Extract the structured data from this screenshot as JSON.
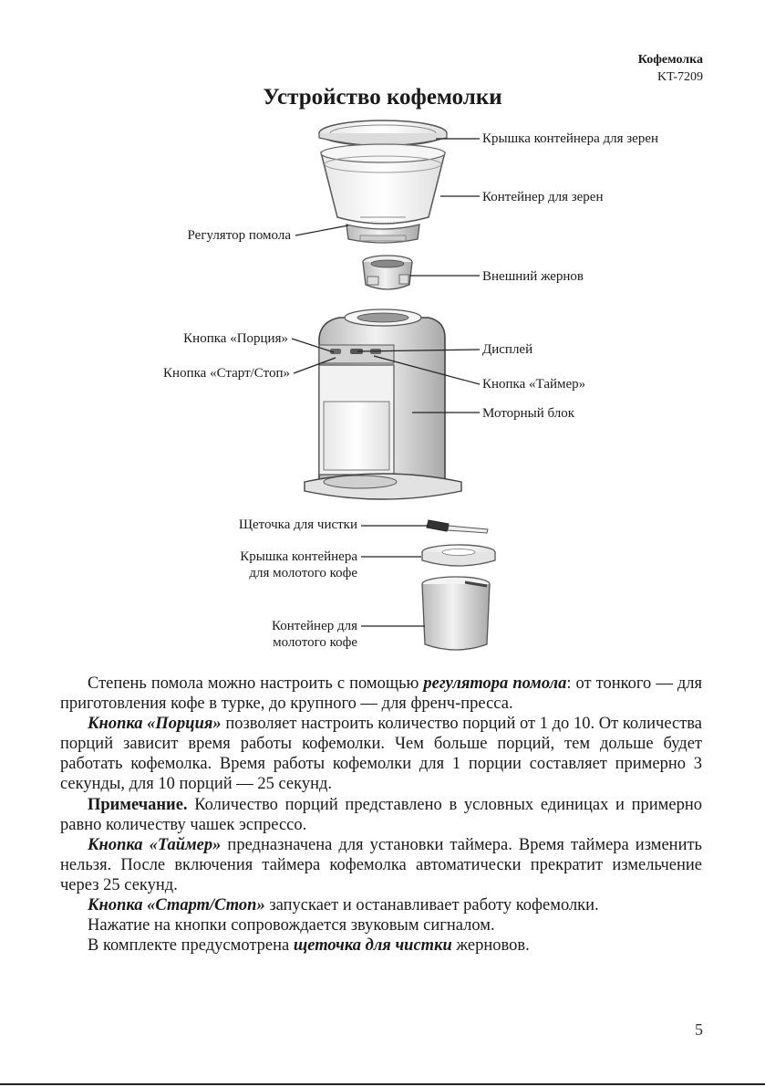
{
  "header": {
    "title": "Кофемолка",
    "model": "KT-7209"
  },
  "page_title": "Устройство кофемолки",
  "callouts": {
    "bean_lid": "Крышка контейнера для зерен",
    "bean_container": "Контейнер для зерен",
    "grind_regulator": "Регулятор помола",
    "outer_burr": "Внешний жернов",
    "portion_button": "Кнопка «Порция»",
    "display": "Дисплей",
    "start_stop_button": "Кнопка «Старт/Стоп»",
    "timer_button": "Кнопка «Таймер»",
    "motor_block": "Моторный блок",
    "cleaning_brush": "Щеточка для чистки",
    "ground_lid_1": "Крышка контейнера",
    "ground_lid_2": "для молотого кофе",
    "ground_container_1": "Контейнер для",
    "ground_container_2": "молотого кофе"
  },
  "paragraphs": {
    "p1": {
      "a": "Степень помола можно настроить с помощью ",
      "kw": "регулятора помола",
      "b": ": от тонкого — для приготовления кофе в турке, до крупного — для френч-пресса."
    },
    "p2": {
      "kw": "Кнопка «Порция»",
      "b": " позволяет настроить количество порций от 1 до 10. От количества порций зависит время работы кофемолки. Чем больше порций, тем дольше будет работать кофемолка. Время работы кофемолки для 1 порции составляет примерно 3 секунды, для 10 порций — 25 секунд."
    },
    "p3": {
      "note": "Примечание.",
      "b": " Количество порций представлено в условных единицах и примерно равно количеству чашек эспрессо."
    },
    "p4": {
      "kw": "Кнопка «Таймер»",
      "b": " предназначена для установки таймера. Время таймера изменить нельзя. После включения таймера кофемолка автоматически прекратит измельчение через 25 секунд."
    },
    "p5": {
      "kw": "Кнопка «Старт/Стоп»",
      "b": " запускает и останавливает работу кофемолки."
    },
    "p6": {
      "a": "Нажатие на кнопки сопровождается звуковым сигналом."
    },
    "p7": {
      "a": "В комплекте предусмотрена ",
      "kw": "щеточка для чистки",
      "b": " жерновов."
    }
  },
  "page_number": "5"
}
